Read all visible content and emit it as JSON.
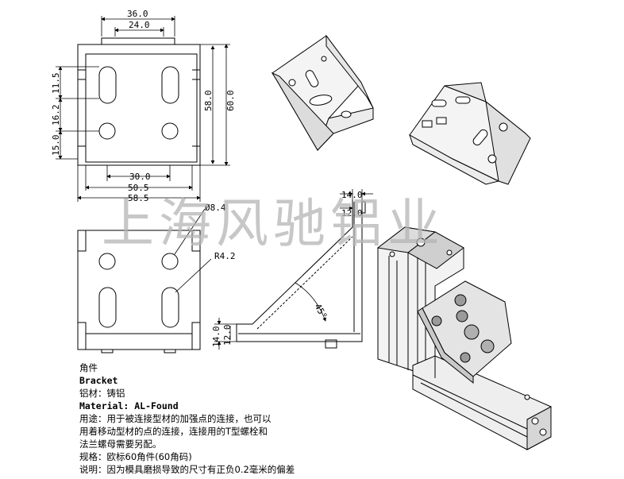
{
  "dimensions": {
    "top_width_outer": "36.0",
    "top_width_inner": "24.0",
    "height_outer": "60.0",
    "height_inner": "58.0",
    "slot_len": "11.5",
    "slot_gap": "16.2",
    "hole_offset": "15.0",
    "hole_spacing": "30.0",
    "width_mid": "50.5",
    "width_outer": "58.5",
    "hole_dia": "Ø8.4",
    "radius": "R4.2",
    "side_top_outer": "14.0",
    "side_top_inner": "12.0",
    "side_left_outer": "14.0",
    "side_left_inner": "12.0",
    "angle": "45°"
  },
  "watermark": "上海风驰铝业",
  "notes": {
    "line1": "角件",
    "line2": "Bracket",
    "line3": "铝材：铸铝",
    "line4": "Material: AL-Found",
    "line5": "用途：用于被连接型材的加强点的连接，也可以",
    "line6": "用着移动型材的点的连接，连接用的T型螺栓和",
    "line7": "法兰螺母需要另配。",
    "line8": "规格：欧标60角件(60角码)",
    "line9": "说明：因为模具磨损导致的尺寸有正负0.2毫米的偏差"
  },
  "colors": {
    "line": "#000000",
    "watermark": "#b4b4b4",
    "iso_fill": "#f4f4f4"
  }
}
